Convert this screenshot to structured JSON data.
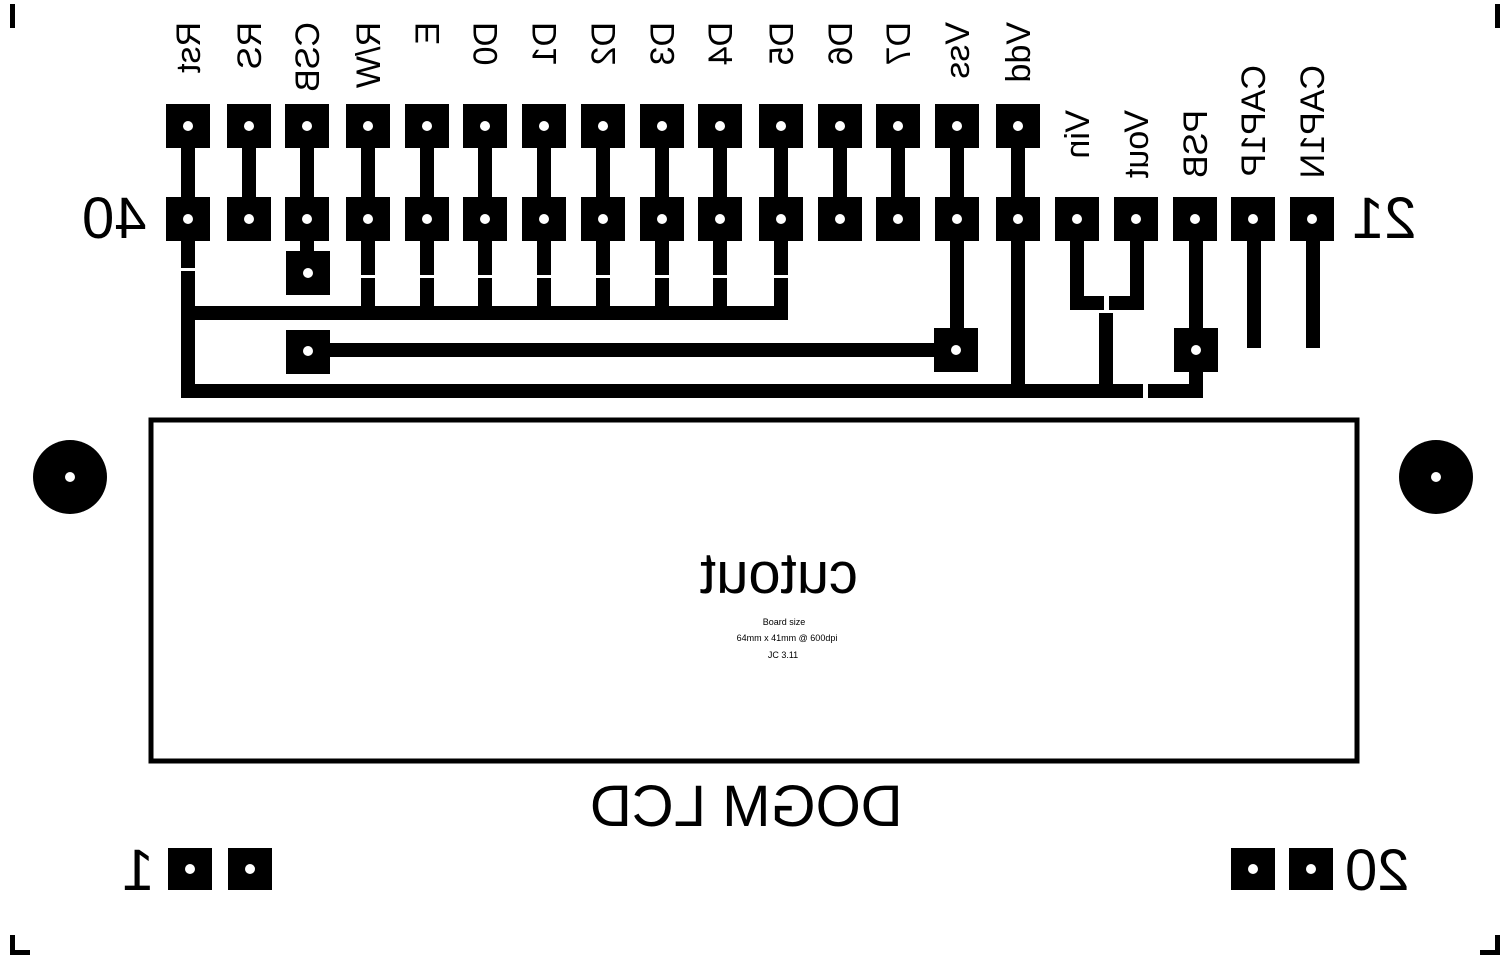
{
  "board": {
    "top_pin_labels": [
      "Rst",
      "RS",
      "CSB",
      "R/W",
      "E",
      "D0",
      "D1",
      "D2",
      "D3",
      "D4",
      "D5",
      "D6",
      "D7",
      "Vss",
      "Vdd",
      "Vin",
      "Vout",
      "PSB",
      "CAP1P",
      "CAP1N"
    ],
    "pin_number_40": "40",
    "pin_number_21": "21",
    "pin_number_1": "1",
    "pin_number_20": "20",
    "cutout_label": "cutout",
    "board_size_label": "Board size",
    "board_dims": "64mm x 41mm @ 600dpi",
    "revision": "JC 3.11",
    "title": "DOGM LCD"
  },
  "colors": {
    "copper": "#000000",
    "background": "#ffffff"
  }
}
